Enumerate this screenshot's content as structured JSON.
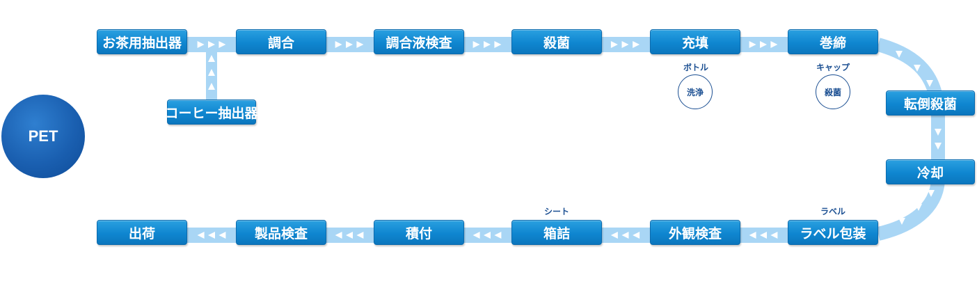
{
  "badge": "PET",
  "steps": {
    "tea_extractor": "お茶用抽出器",
    "coffee_extractor": "コーヒー抽出器",
    "blending": "調合",
    "blend_inspection": "調合液検査",
    "sterilization": "殺菌",
    "filling": "充填",
    "capping": "巻締",
    "inversion_sterilization": "転倒殺菌",
    "cooling": "冷却",
    "label_wrapping": "ラベル包装",
    "visual_inspection": "外観検査",
    "boxing": "箱詰",
    "stacking": "積付",
    "product_inspection": "製品検査",
    "shipping": "出荷"
  },
  "notes": {
    "bottle": "ボトル",
    "cap": "キャップ",
    "label": "ラベル",
    "sheet": "シート"
  },
  "icons": {
    "bottle_wash": "洗浄",
    "cap_sterilize": "殺菌"
  },
  "colors": {
    "step_fill": "#0f86d0",
    "track": "#a9d6f5",
    "arrow": "#ffffff",
    "badge": "#1a5fb0",
    "note_text": "#1b4f92"
  }
}
